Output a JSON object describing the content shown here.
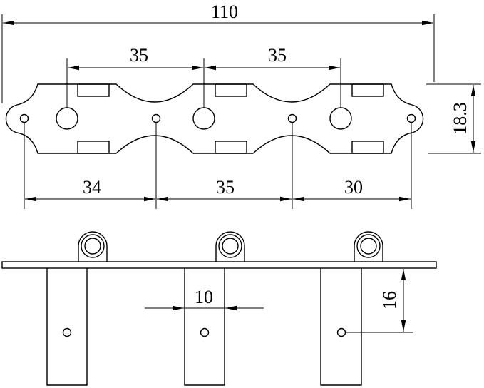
{
  "dimensions": {
    "overall_length": "110",
    "hole_pitch_left": "35",
    "hole_pitch_right": "35",
    "plate_height": "18.3",
    "mount_span_left": "34",
    "mount_span_middle": "35",
    "mount_span_right": "30",
    "post_width": "10",
    "post_hole_depth": "16"
  },
  "colors": {
    "line": "#000000",
    "background": "#ffffff"
  }
}
